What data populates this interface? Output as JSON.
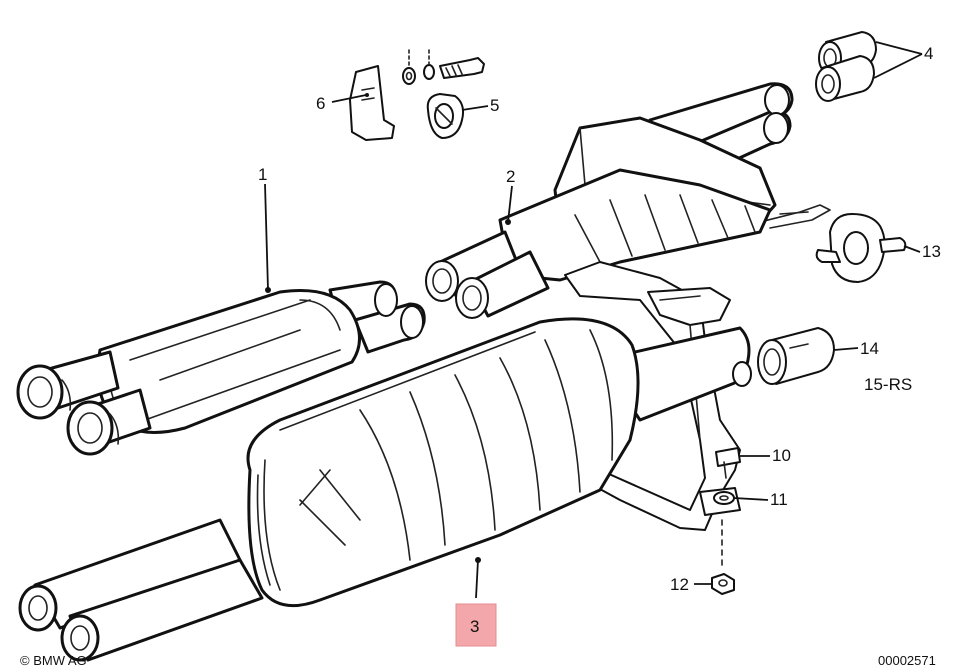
{
  "diagram": {
    "callouts": {
      "part_1": "1",
      "part_2": "2",
      "part_3": "3",
      "part_4": "4",
      "part_5": "5",
      "part_6": "6",
      "part_10": "10",
      "part_11": "11",
      "part_12": "12",
      "part_13": "13",
      "part_14": "14",
      "part_15": "15-RS"
    },
    "highlighted_part": "3",
    "highlight_color": "#f4a7aa"
  },
  "footer": {
    "copyright": "© BMW AG",
    "diagram_number": "00002571"
  }
}
